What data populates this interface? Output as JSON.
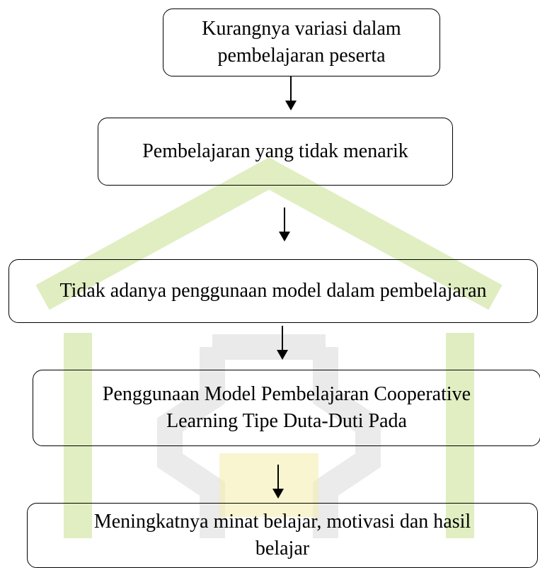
{
  "watermark": {
    "color": "#cfe3a6"
  },
  "flow": {
    "step1": "Kurangnya variasi dalam\npembelajaran peserta",
    "step2": "Pembelajaran yang tidak menarik",
    "step3": "Tidak adanya penggunaan model dalam pembelajaran",
    "step4": "Penggunaan Model Pembelajaran Cooperative\nLearning Tipe Duta-Duti Pada",
    "step5": "Meningkatnya minat belajar, motivasi dan hasil\nbelajar"
  }
}
